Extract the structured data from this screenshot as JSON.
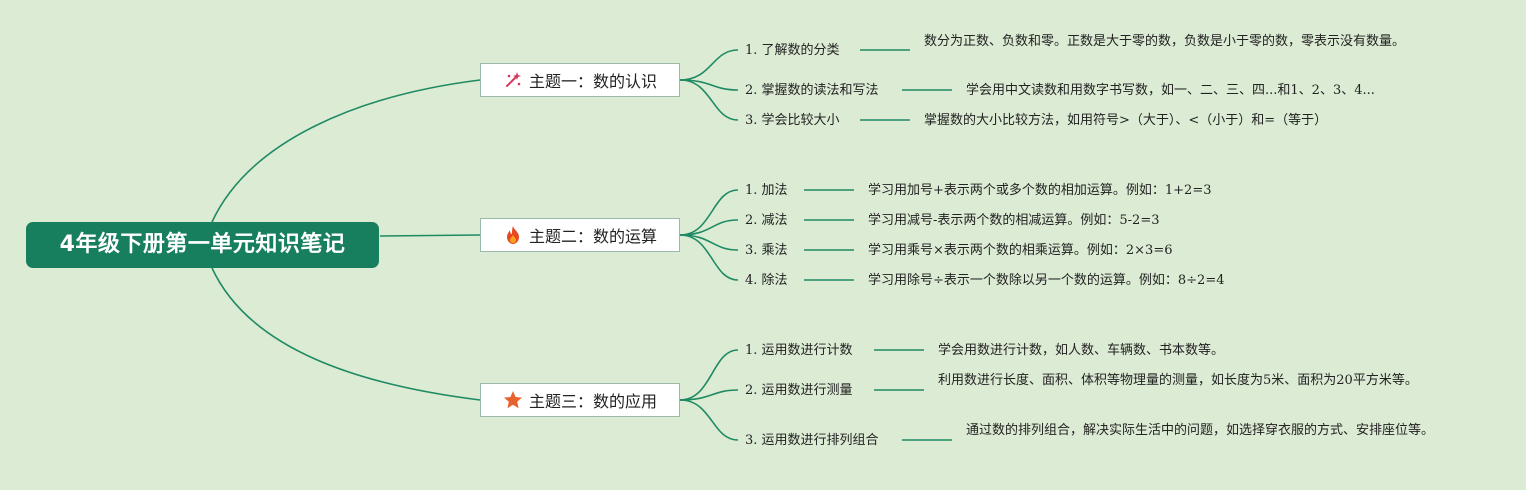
{
  "root": {
    "title": "4年级下册第一单元知识笔记"
  },
  "colors": {
    "background": "#dcebd4",
    "root_fill": "#177e5e",
    "line": "#1e8a63"
  },
  "topics": [
    {
      "label": "主题一：数的认识",
      "icon": "magic-wand-icon",
      "items": [
        {
          "label": "1. 了解数的分类",
          "desc": "数分为正数、负数和零。正数是大于零的数，负数是小于零的数，零表示没有数量。"
        },
        {
          "label": "2. 掌握数的读法和写法",
          "desc": "学会用中文读数和用数字书写数，如一、二、三、四...和1、2、3、4..."
        },
        {
          "label": "3. 学会比较大小",
          "desc": "掌握数的大小比较方法，如用符号>（大于）、<（小于）和=（等于）"
        }
      ]
    },
    {
      "label": "主题二：数的运算",
      "icon": "fire-icon",
      "items": [
        {
          "label": "1. 加法",
          "desc": "学习用加号+表示两个或多个数的相加运算。例如：1+2=3"
        },
        {
          "label": "2. 减法",
          "desc": "学习用减号-表示两个数的相减运算。例如：5-2=3"
        },
        {
          "label": "3. 乘法",
          "desc": "学习用乘号×表示两个数的相乘运算。例如：2×3=6"
        },
        {
          "label": "4. 除法",
          "desc": "学习用除号÷表示一个数除以另一个数的运算。例如：8÷2=4"
        }
      ]
    },
    {
      "label": "主题三：数的应用",
      "icon": "star-icon",
      "items": [
        {
          "label": "1. 运用数进行计数",
          "desc": "学会用数进行计数，如人数、车辆数、书本数等。"
        },
        {
          "label": "2. 运用数进行测量",
          "desc": "利用数进行长度、面积、体积等物理量的测量，如长度为5米、面积为20平方米等。"
        },
        {
          "label": "3. 运用数进行排列组合",
          "desc": "通过数的排列组合，解决实际生活中的问题，如选择穿衣服的方式、安排座位等。"
        }
      ]
    }
  ]
}
